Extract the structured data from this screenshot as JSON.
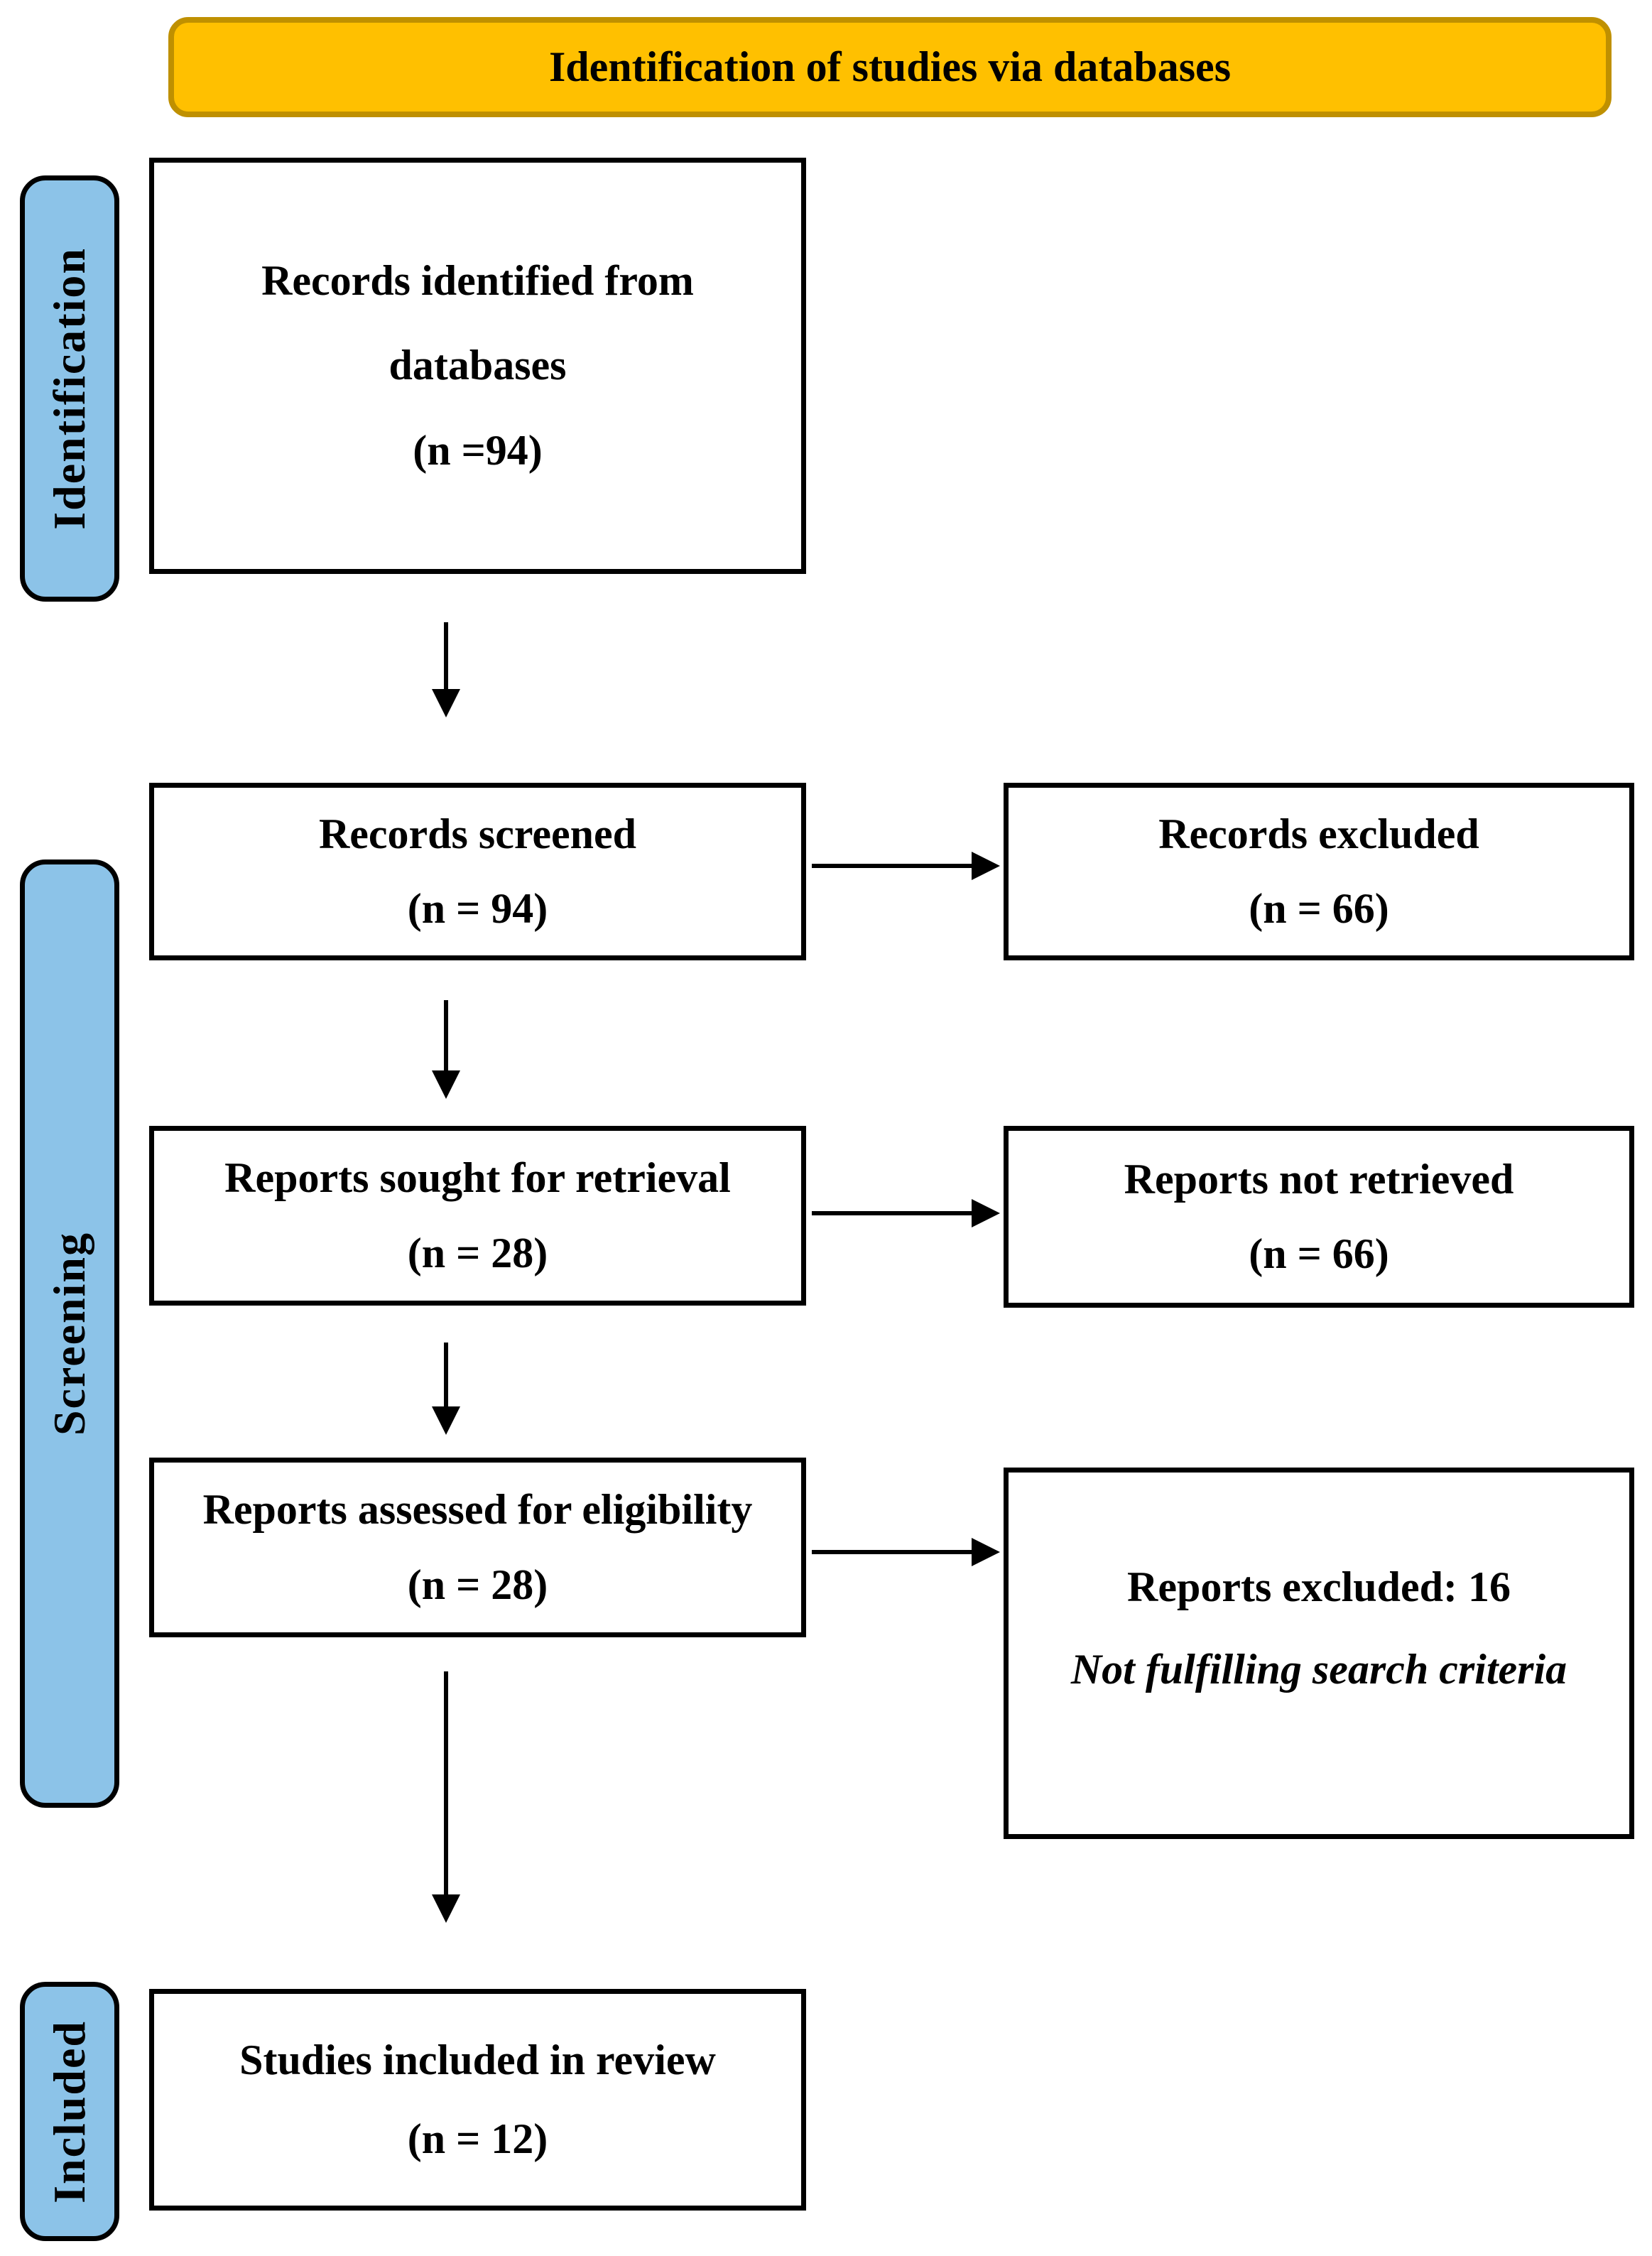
{
  "colors": {
    "header_fill": "#FFC000",
    "header_border": "#BF9000",
    "sidebar_fill": "#8CC3E8",
    "line_color": "#000000"
  },
  "header": {
    "title": "Identification of studies via databases"
  },
  "sidebar": {
    "identification": "Identification",
    "screening": "Screening",
    "included": "Included"
  },
  "boxes": {
    "records_identified": {
      "line1": "Records identified from",
      "line2": "databases",
      "count": "(n =94)"
    },
    "records_screened": {
      "title": "Records screened",
      "count": "(n = 94)"
    },
    "records_excluded": {
      "title": "Records excluded",
      "count": "(n = 66)"
    },
    "reports_sought": {
      "title": "Reports sought for retrieval",
      "count": "(n = 28)"
    },
    "reports_not_retrieved": {
      "title": "Reports not retrieved",
      "count": "(n = 66)"
    },
    "reports_assessed": {
      "title": "Reports assessed for eligibility",
      "count": "(n = 28)"
    },
    "reports_excluded": {
      "title": "Reports excluded: 16",
      "subtitle": "Not fulfilling search criteria"
    },
    "studies_included": {
      "title": "Studies included in review",
      "count": "(n = 12)"
    }
  }
}
